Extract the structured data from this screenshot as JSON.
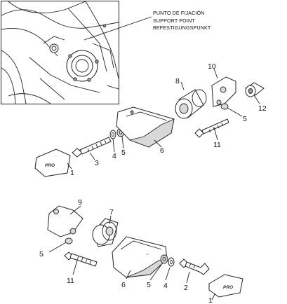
{
  "support_point_labels": [
    "PUNTO DE FIJACIÓN",
    "SUPPORT POINT",
    "BEFESTIGUNGSPUNKT"
  ],
  "callouts_upper": {
    "p1": "1",
    "p3": "3",
    "p4": "4",
    "p5a": "5",
    "p6": "6",
    "p8": "8",
    "p10": "10",
    "p12": "12",
    "p5b": "5",
    "p11": "11"
  },
  "callouts_lower": {
    "p9": "9",
    "p7": "7",
    "p5a": "5",
    "p11": "11",
    "p6": "6",
    "p5b": "5",
    "p4": "4",
    "p2": "2",
    "p1": "1"
  },
  "logo_text": "PRO"
}
